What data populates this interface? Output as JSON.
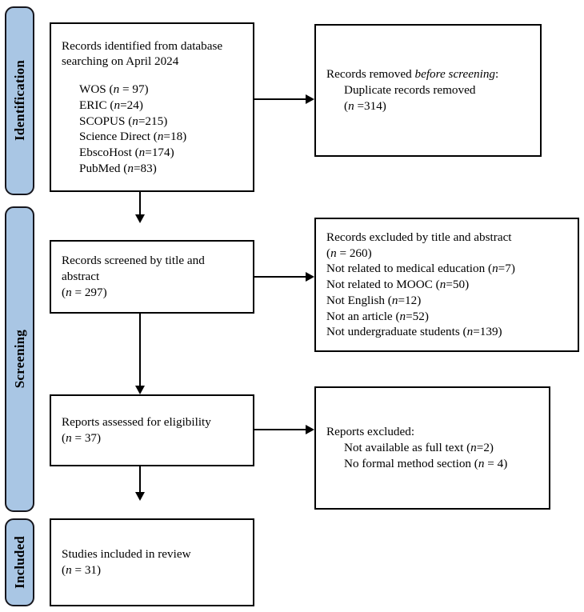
{
  "diagram": {
    "type": "prisma-flow-diagram",
    "accent_color": "#a9c6e4",
    "border_color": "#000000",
    "background_color": "#ffffff"
  },
  "stages": [
    {
      "id": "identification",
      "label": "Identification"
    },
    {
      "id": "screening",
      "label": "Screening"
    },
    {
      "id": "included",
      "label": "Included"
    }
  ],
  "boxes": {
    "records_identified": {
      "title_l1": "Records identified from database",
      "title_l2": "searching on April 2024",
      "sources": [
        {
          "name": "WOS",
          "count": "(n = 97)"
        },
        {
          "name": "ERIC",
          "count": "(n=24)"
        },
        {
          "name": "SCOPUS",
          "count": "(n=215)"
        },
        {
          "name": "Science Direct",
          "count": "(n=18)"
        },
        {
          "name": "EbscoHost",
          "count": "(n=174)"
        },
        {
          "name": "PubMed",
          "count": "(n=83)"
        }
      ]
    },
    "records_removed": {
      "lead_prefix": "Records removed ",
      "lead_italic": "before screening",
      "lead_suffix": ":",
      "item": "Duplicate records removed",
      "count": "(n =314)"
    },
    "records_screened": {
      "line1": "Records screened by title and",
      "line2": "abstract",
      "count": "(n = 297)"
    },
    "records_excluded": {
      "heading": "Records excluded by title and abstract",
      "heading_count": "(n = 260)",
      "reasons": [
        "Not related to medical education (n=7)",
        "Not related to MOOC (n=50)",
        "Not English (n=12)",
        "Not an article (n=52)",
        "Not undergraduate students (n=139)"
      ]
    },
    "reports_assessed": {
      "line1": "Reports assessed for eligibility",
      "count": "(n = 37)"
    },
    "reports_excluded": {
      "heading": "Reports excluded:",
      "reasons": [
        "Not available as full text (n=2)",
        "No formal method section (n = 4)"
      ]
    },
    "studies_included": {
      "line1": "Studies included in review",
      "count": "(n = 31)"
    }
  }
}
